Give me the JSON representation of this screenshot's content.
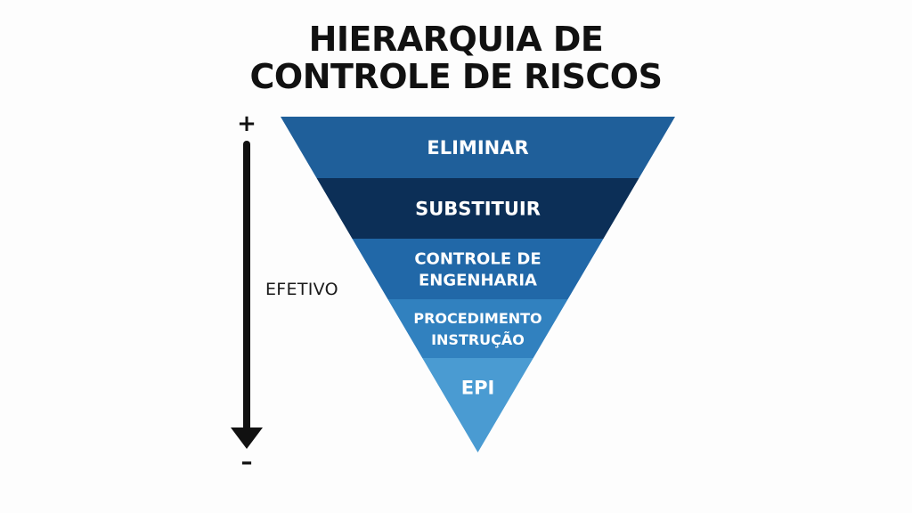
{
  "title": {
    "line1": "HIERARQUIA DE",
    "line2": "CONTROLE DE RISCOS"
  },
  "scale": {
    "top_sign": "+",
    "bottom_sign": "–",
    "label": "EFETIVO"
  },
  "levels": [
    {
      "lines": [
        "ELIMINAR"
      ],
      "color": "#1f5f9a"
    },
    {
      "lines": [
        "SUBSTITUIR"
      ],
      "color": "#0c2f57"
    },
    {
      "lines": [
        "CONTROLE DE",
        "ENGENHARIA"
      ],
      "color": "#2168a8"
    },
    {
      "lines": [
        "PROCEDIMENTO",
        "INSTRUÇÃO"
      ],
      "color": "#3181bf"
    },
    {
      "lines": [
        "EPI"
      ],
      "color": "#4a9bd2"
    }
  ]
}
